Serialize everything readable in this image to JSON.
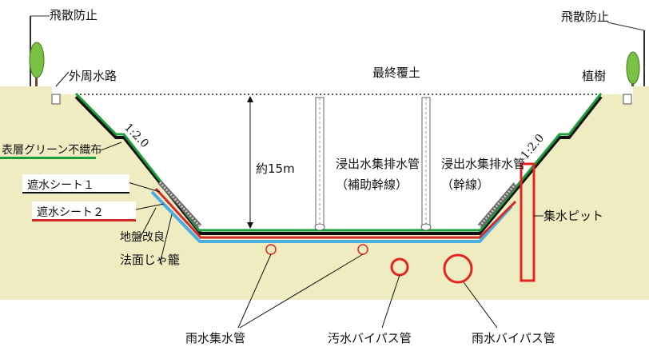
{
  "labels": {
    "anti_scatter_left": "飛散防止",
    "anti_scatter_right": "飛散防止",
    "outer_channel": "外周水路",
    "final_cover": "最終覆土",
    "planting": "植樹",
    "slope_left": "1:2.0",
    "slope_right": "1:2.0",
    "green_fabric": "表層グリーン不織布",
    "sheet1": "遮水シート１",
    "sheet2": "遮水シート２",
    "ground_improve": "地盤改良",
    "gabion": "法面じゃ籠",
    "depth": "約15m",
    "pipe_aux_line1": "浸出水集排水管",
    "pipe_aux_line2": "（補助幹線）",
    "pipe_main_line1": "浸出水集排水管",
    "pipe_main_line2": "（幹線）",
    "collection_pit": "集水ピット",
    "rain_collect": "雨水集水管",
    "sewage_bypass": "汚水バイパス管",
    "rain_bypass": "雨水バイパス管"
  },
  "colors": {
    "ground": "#efecc2",
    "green_liner": "#1b9e3a",
    "red_liner": "#d42a2a",
    "blue_layer": "#49aee0",
    "pit_red": "#e5231f",
    "tree_green": "#7ac043"
  },
  "icons": {
    "tree": "tree-icon",
    "net": "fence-net-icon"
  }
}
